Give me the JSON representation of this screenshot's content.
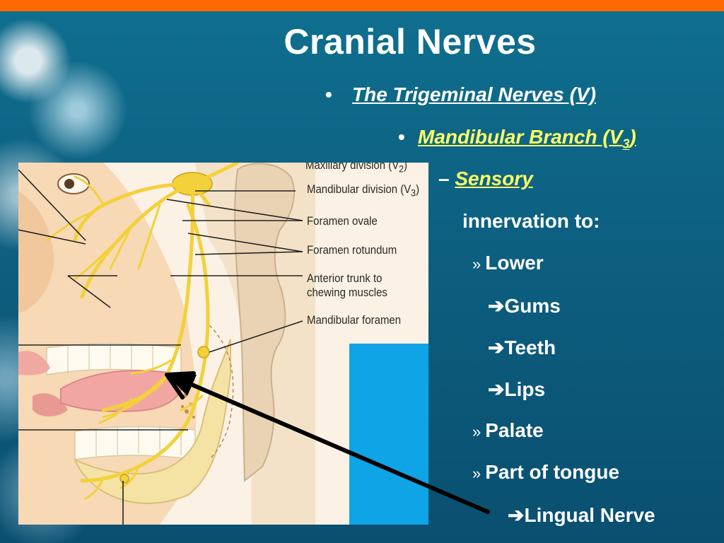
{
  "slide": {
    "title": "Cranial Nerves",
    "bullet_main": "The Trigeminal Nerves (V)",
    "bullet_sub_prefix": "Mandibular Branch (V",
    "bullet_sub_subscript": "3",
    "bullet_sub_suffix": ")",
    "dash_text": "Sensory",
    "innervation": "innervation to:",
    "items": {
      "lower": "Lower",
      "gums": "Gums",
      "teeth": "Teeth",
      "lips": "Lips",
      "palate": "Palate",
      "tongue": "Part of tongue",
      "lingual": "Lingual Nerve"
    },
    "symbols": {
      "bullet": "•",
      "dash": "–",
      "raquo": "»",
      "arrow": "➔"
    }
  },
  "figure": {
    "labels": {
      "maxillary": "Maxillary division (V",
      "maxillary_sub": "2",
      "mandibular": "Mandibular division (V",
      "mandibular_sub": "3",
      "close_paren": ")",
      "foramen_ovale": "Foramen ovale",
      "foramen_rotundum": "Foramen rotundum",
      "anterior_trunk_1": "Anterior trunk to",
      "anterior_trunk_2": "chewing muscles",
      "mandibular_foramen": "Mandibular foramen"
    }
  },
  "colors": {
    "background": "#0d5f80",
    "top_bar": "#ff6a00",
    "subheading": "#ffff66",
    "text": "#ffffff",
    "accent_box": "#0ea4e6",
    "nerve": "#f2d13a"
  }
}
